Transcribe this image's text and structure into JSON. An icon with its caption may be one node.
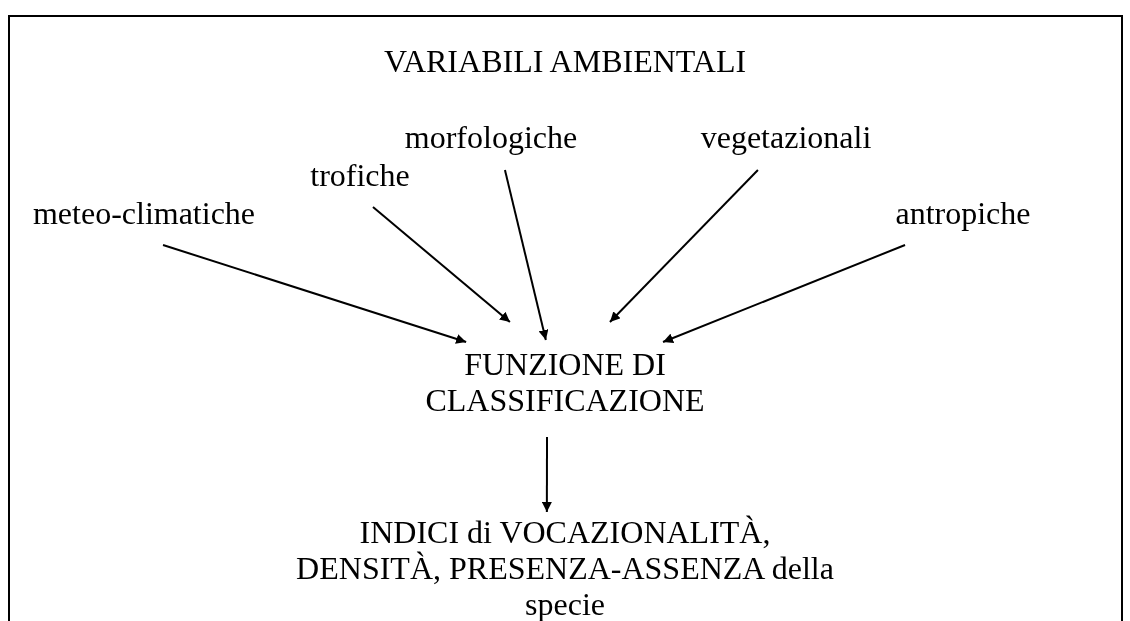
{
  "diagram": {
    "title": "VARIABILI AMBIENTALI",
    "nodes": [
      {
        "text": [
          "meteo-climatiche"
        ]
      },
      {
        "text": [
          "trofiche"
        ]
      },
      {
        "text": [
          "morfologiche"
        ]
      },
      {
        "text": [
          "vegetazionali"
        ]
      },
      {
        "text": [
          "antropiche"
        ]
      },
      {
        "text": [
          "FUNZIONE DI CLASSIFICAZIONE"
        ]
      },
      {
        "text": [
          "INDICI di VOCAZIONALITÀ, DENSITÀ, PRESENZA-ASSENZA della specie"
        ]
      }
    ],
    "edges": [
      {
        "from": 0,
        "to": 5,
        "arrow": "to"
      },
      {
        "from": 1,
        "to": 5,
        "arrow": "to"
      },
      {
        "from": 2,
        "to": 5,
        "arrow": "to"
      },
      {
        "from": 3,
        "to": 5,
        "arrow": "to"
      },
      {
        "from": 4,
        "to": 5,
        "arrow": "to"
      },
      {
        "from": 5,
        "to": 6,
        "arrow": "to"
      }
    ]
  }
}
